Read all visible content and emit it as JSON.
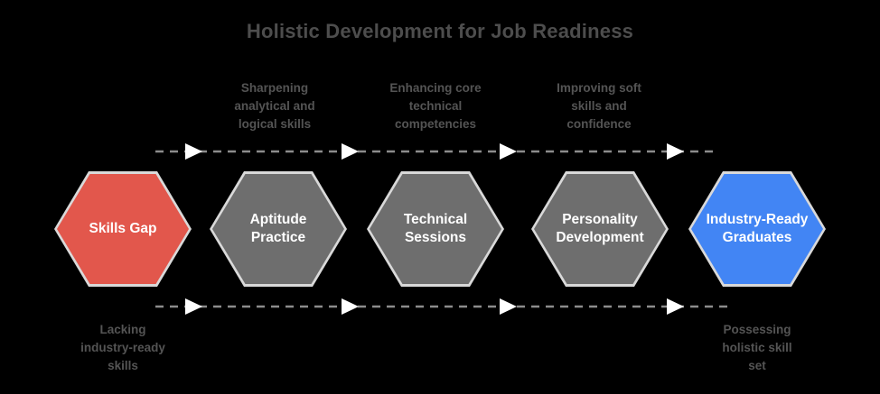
{
  "title": "Holistic Development for Job Readiness",
  "background_color": "#000000",
  "colors": {
    "title_text": "#4d4d4d",
    "caption_text": "#545454",
    "node_text": "#ffffff",
    "red": "#e2574c",
    "gray": "#6e6e6e",
    "blue": "#4285f4",
    "connector_line": "#8c8c8c",
    "arrow_marker": "#ffffff",
    "hex_border": "#d9d9d9"
  },
  "nodes": [
    {
      "label": "Skills Gap",
      "color": "#e2574c",
      "shape": "hexagon"
    },
    {
      "label": "Aptitude\nPractice",
      "color": "#6e6e6e",
      "shape": "hexagon"
    },
    {
      "label": "Technical\nSessions",
      "color": "#6e6e6e",
      "shape": "hexagon"
    },
    {
      "label": "Personality\nDevelopment",
      "color": "#6e6e6e",
      "shape": "hexagon"
    },
    {
      "label": "Industry-Ready\nGraduates",
      "color": "#4285f4",
      "shape": "hexagon"
    }
  ],
  "captions_top": [
    {
      "text": "Sharpening\nanalytical and\nlogical skills"
    },
    {
      "text": "Enhancing core\ntechnical\ncompetencies"
    },
    {
      "text": "Improving soft\nskills and\nconfidence"
    }
  ],
  "captions_bottom": [
    {
      "text": "Lacking\nindustry-ready\nskills"
    },
    {
      "text": "Possessing\nholistic skill\nset"
    }
  ],
  "connectors": {
    "style": "dashed",
    "arrow_count_top": 4,
    "arrow_count_bottom": 4,
    "direction": "left-to-right"
  }
}
